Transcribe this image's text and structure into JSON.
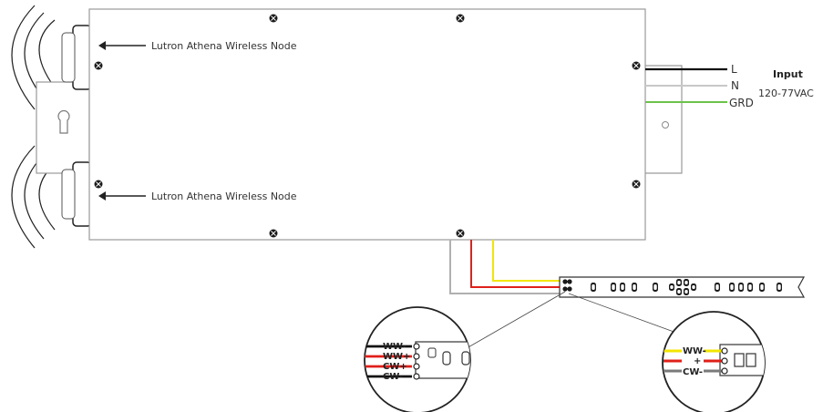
{
  "labels": {
    "node_top": "Lutron Athena Wireless Node",
    "node_bottom": "Lutron Athena Wireless Node",
    "input_title": "Input",
    "input_voltage": "120-77VAC",
    "line_l": "L",
    "line_n": "N",
    "line_grd": "GRD"
  },
  "detail_left": {
    "wires": [
      "WW-",
      "WW+",
      "CW+",
      "CW-"
    ]
  },
  "detail_right": {
    "wires": [
      "WW-",
      "+",
      "CW-"
    ]
  },
  "colors": {
    "wire_black": "#111111",
    "wire_red": "#e0201b",
    "wire_yellow": "#f2e600",
    "wire_gray": "#b0b0b0",
    "wire_green": "#6cc24a",
    "wire_neutral": "#c8c8c8",
    "outline": "#9a9a9a"
  }
}
